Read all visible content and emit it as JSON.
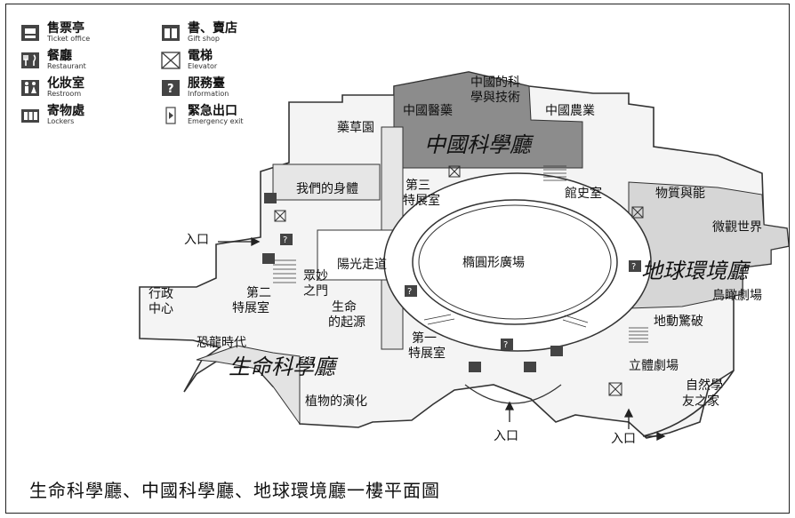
{
  "legend": [
    {
      "icon": "ticket-icon",
      "zh": "售票亭",
      "en": "Ticket office"
    },
    {
      "icon": "restaurant-icon",
      "zh": "餐廳",
      "en": "Restaurant"
    },
    {
      "icon": "restroom-icon",
      "zh": "化妝室",
      "en": "Restroom"
    },
    {
      "icon": "locker-icon",
      "zh": "寄物處",
      "en": "Lockers"
    },
    {
      "icon": "gift-shop-icon",
      "zh": "書、賣店",
      "en": "Gift shop"
    },
    {
      "icon": "elevator-icon",
      "zh": "電梯",
      "en": "Elevator"
    },
    {
      "icon": "information-icon",
      "zh": "服務臺",
      "en": "Information"
    },
    {
      "icon": "emergency-exit-icon",
      "zh": "緊急出口",
      "en": "Emergency exit"
    }
  ],
  "colors": {
    "china_hall": "#8c8c8c",
    "earth_hall": "#d6d6d6",
    "corridor": "#e6e6e6",
    "floor": "#ffffff",
    "wall": "#333333"
  },
  "halls": {
    "china": "中國科學廳",
    "earth": "地球環境廳",
    "life": "生命科學廳"
  },
  "rooms": {
    "medicine": "中國醫藥",
    "sci_tech_1": "中國的科",
    "sci_tech_2": "學與技術",
    "agriculture": "中國農業",
    "herb_garden": "藥草園",
    "our_body": "我們的身體",
    "third_1": "第三",
    "third_2": "特展室",
    "history": "館史室",
    "matter": "物質與能",
    "micro": "微觀世界",
    "entrance_left": "入口",
    "sunshine": "陽光走道",
    "ellipse_plaza": "橢圓形廣場",
    "admin_1": "行政",
    "admin_2": "中心",
    "second_1": "第二",
    "second_2": "特展室",
    "gate_1": "眾妙",
    "gate_2": "之門",
    "origin_1": "生命",
    "origin_2": "的起源",
    "bird": "鳥瞰劇場",
    "quake": "地動驚破",
    "dino": "恐龍時代",
    "first_1": "第一",
    "first_2": "特展室",
    "theater3d": "立體劇場",
    "nature_1": "自然學",
    "nature_2": "友之家",
    "plant": "植物的演化",
    "entrance_bottom_1": "入口",
    "entrance_bottom_2": "入口"
  },
  "caption": "生命科學廳、中國科學廳、地球環境廳一樓平面圖"
}
